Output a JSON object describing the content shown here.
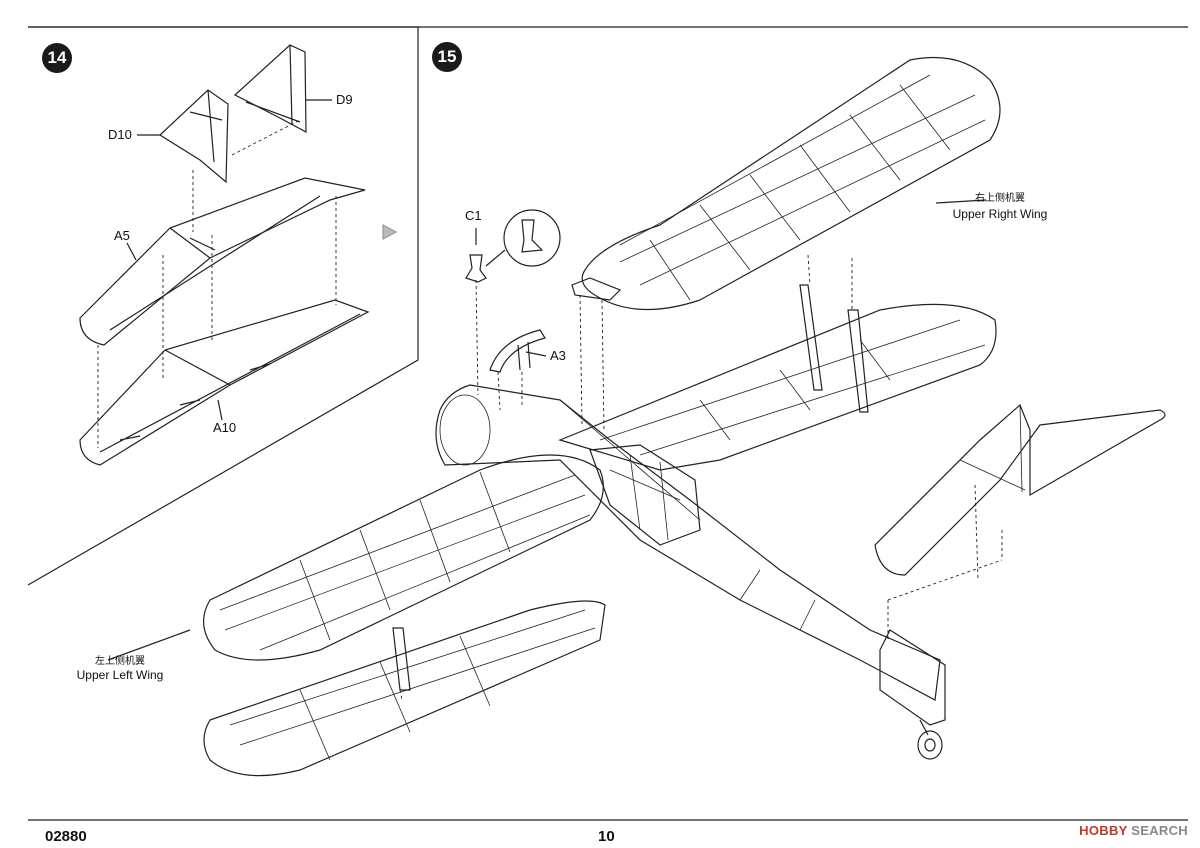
{
  "step14": {
    "number": "14",
    "part_d10": "D10",
    "part_d9": "D9",
    "part_a5": "A5",
    "part_a10": "A10"
  },
  "step15": {
    "number": "15",
    "part_c1": "C1",
    "part_a3": "A3",
    "upper_right_wing_cn": "右上侧机翼",
    "upper_right_wing": "Upper Right Wing",
    "upper_left_wing_cn": "左上侧机翼",
    "upper_left_wing": "Upper Left Wing"
  },
  "footer": {
    "kit_number": "02880",
    "page_number": "10"
  },
  "watermark": {
    "brand_a": "HOBBY",
    "brand_b": " SEARCH"
  }
}
